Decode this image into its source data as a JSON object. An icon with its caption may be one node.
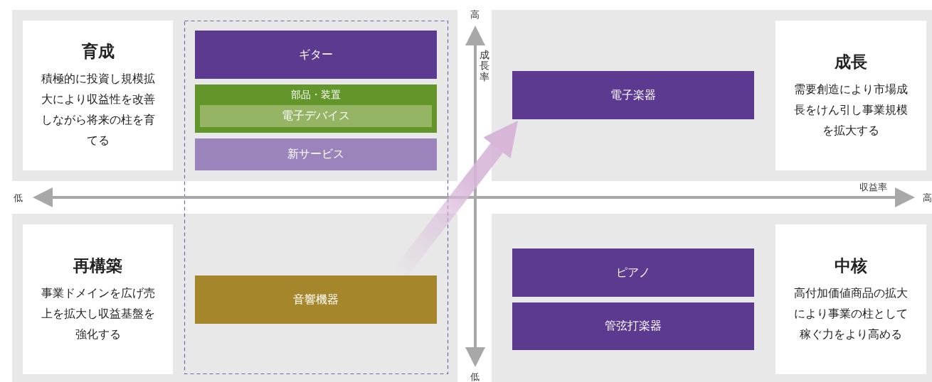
{
  "diagram": {
    "nodes": [
      {
        "text": [
          "育成",
          "積極的に投資し規模拡大により収益性を改善しながら将来の柱を育てる"
        ]
      },
      {
        "text": [
          "ギター"
        ]
      },
      {
        "text": [
          "部品・装置"
        ]
      },
      {
        "text": [
          "電子デバイス"
        ],
        "in": 2
      },
      {
        "text": [
          "新サービス"
        ]
      },
      {
        "text": [
          "再構築",
          "事業ドメインを広げ売上を拡大し収益基盤を強化する"
        ]
      },
      {
        "text": [
          "音響機器"
        ]
      },
      {
        "text": [
          "電子楽器"
        ]
      },
      {
        "text": [
          "成長",
          "需要創造により市場成長をけん引し事業規模を拡大する"
        ]
      },
      {
        "text": [
          "ピアノ"
        ]
      },
      {
        "text": [
          "管弦打楽器"
        ]
      },
      {
        "text": [
          "中核",
          "高付加価値商品の拡大により事業の柱として稼ぐ力をより高める"
        ]
      }
    ],
    "edges": [
      {
        "from": 6,
        "to": 7,
        "arrow": "to",
        "style": "thick",
        "color": "#d7b6d8"
      }
    ],
    "labels": [
      "高",
      "成長率",
      "低",
      "収益率",
      "高",
      "低"
    ]
  }
}
